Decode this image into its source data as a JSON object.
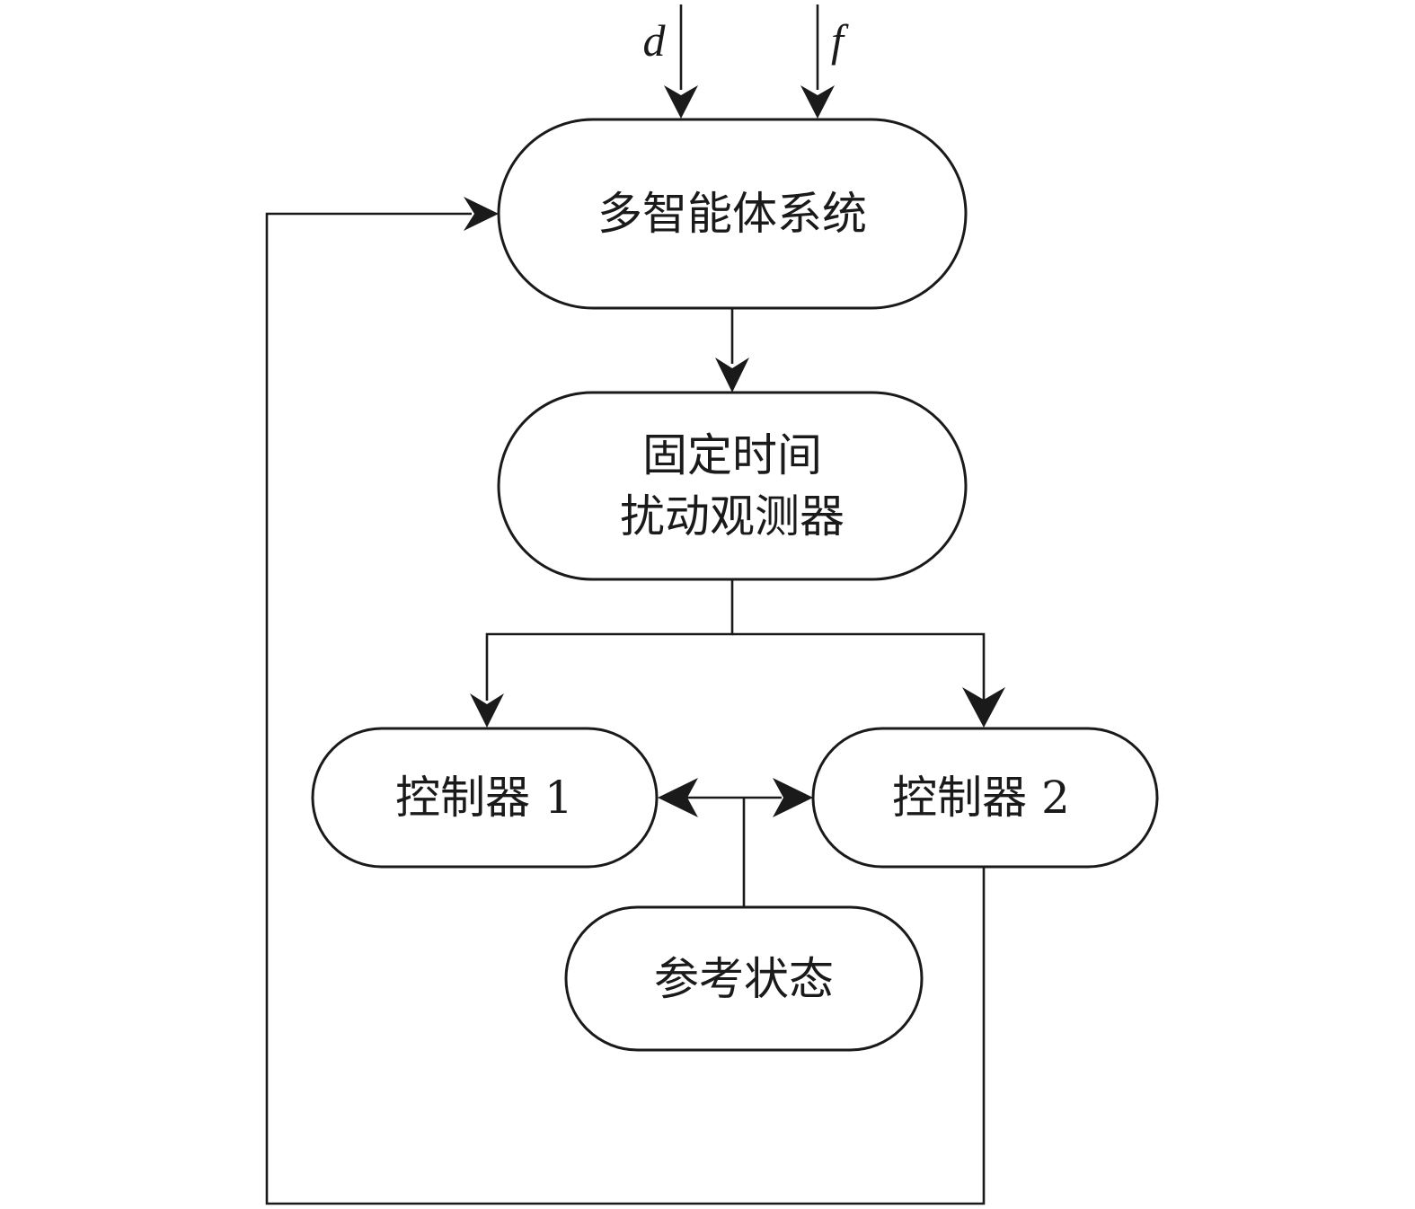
{
  "inputs": {
    "d": "d",
    "f": "f"
  },
  "nodes": {
    "system": "多智能体系统",
    "observer_line1": "固定时间",
    "observer_line2": "扰动观测器",
    "controller1": "控制器 1",
    "controller2": "控制器 2",
    "reference": "参考状态"
  },
  "colors": {
    "stroke": "#1a1a1a",
    "fill": "#ffffff"
  }
}
